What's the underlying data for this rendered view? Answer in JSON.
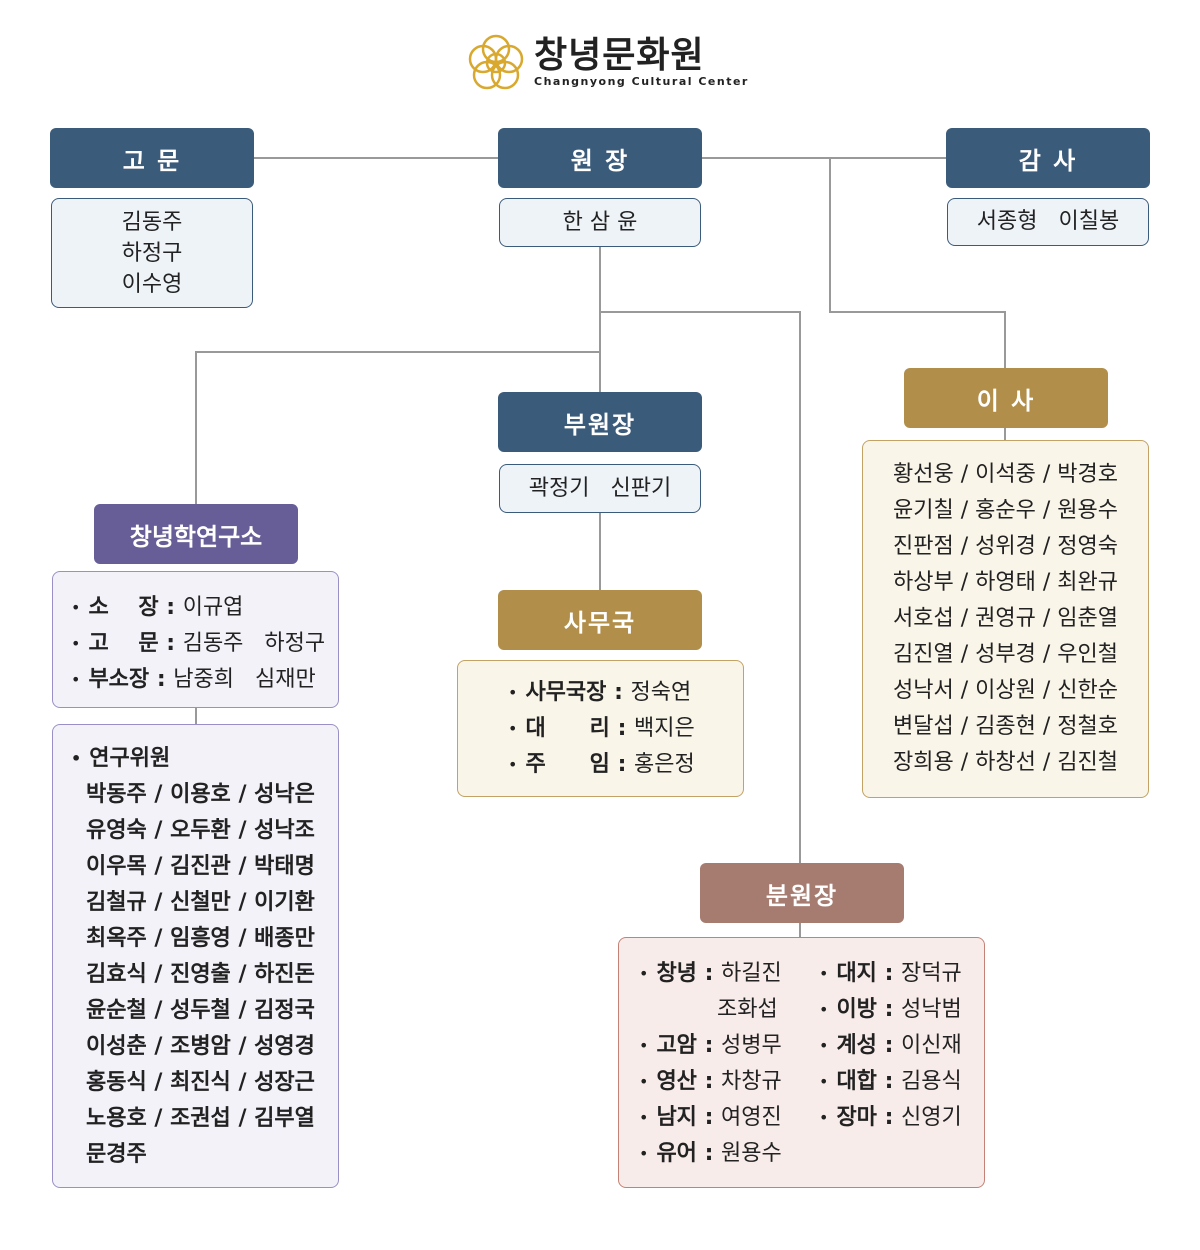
{
  "logo": {
    "name": "창녕문화원",
    "subtitle": "Changnyong Cultural Center",
    "color": "#d8a92e"
  },
  "advisor": {
    "title": "고 문",
    "members": [
      "김동주",
      "하정구",
      "이수영"
    ]
  },
  "director": {
    "title": "원 장",
    "name": "한 삼 윤"
  },
  "auditor": {
    "title": "감 사",
    "names": "서종형   이칠봉"
  },
  "vice_director": {
    "title": "부원장",
    "names": "곽정기   신판기"
  },
  "board": {
    "title": "이 사",
    "rows": [
      "황선웅 / 이석중 / 박경호",
      "윤기칠 / 홍순우 / 원용수",
      "진판점 / 성위경 / 정영숙",
      "하상부 / 하영태 / 최완규",
      "서호섭 / 권영규 / 임춘열",
      "김진열 / 성부경 / 우인철",
      "성낙서 / 이상원 / 신한순",
      "변달섭 / 김종현 / 정철호",
      "장희용 / 하창선 / 김진철"
    ]
  },
  "institute": {
    "title": "창녕학연구소",
    "leaders": [
      {
        "role": "소　 장",
        "names": "이규엽"
      },
      {
        "role": "고　 문",
        "names": "김동주   하정구"
      },
      {
        "role": "부소장",
        "names": "남중희   심재만"
      }
    ],
    "researchers_label": "연구위원",
    "researchers": [
      "박동주 / 이용호 / 성낙은",
      "유영숙 / 오두환 / 성낙조",
      "이우목 / 김진관 / 박태명",
      "김철규 / 신철만 / 이기환",
      "최옥주 / 임흥영 / 배종만",
      "김효식 / 진영출 / 하진돈",
      "윤순철 / 성두철 / 김정국",
      "이성춘 / 조병암 / 성영경",
      "홍동식 / 최진식 / 성장근",
      "노용호 / 조권섭 / 김부열",
      "문경주"
    ]
  },
  "office": {
    "title": "사무국",
    "members": [
      {
        "role": "사무국장",
        "name": "정숙연"
      },
      {
        "role": "대　　리",
        "name": "백지은"
      },
      {
        "role": "주　　임",
        "name": "홍은정"
      }
    ]
  },
  "branch": {
    "title": "분원장",
    "left": [
      {
        "region": "창녕",
        "name": "하길진"
      },
      {
        "region": "",
        "name": "조화섭"
      },
      {
        "region": "고암",
        "name": "성병무"
      },
      {
        "region": "영산",
        "name": "차창규"
      },
      {
        "region": "남지",
        "name": "여영진"
      },
      {
        "region": "유어",
        "name": "원용수"
      }
    ],
    "right": [
      {
        "region": "대지",
        "name": "장덕규"
      },
      {
        "region": "이방",
        "name": "성낙범"
      },
      {
        "region": "계성",
        "name": "이신재"
      },
      {
        "region": "대합",
        "name": "김용식"
      },
      {
        "region": "장마",
        "name": "신영기"
      }
    ]
  }
}
